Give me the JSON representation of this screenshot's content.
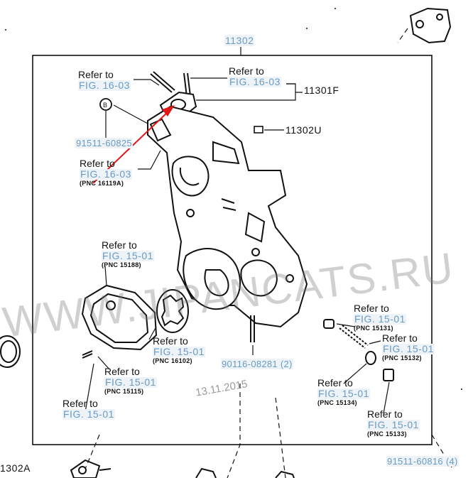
{
  "group_label": "11302",
  "labels": {
    "ref_a": {
      "refer": "Refer to",
      "fig": "FIG. 16-03"
    },
    "ref_b": {
      "refer": "Refer to",
      "fig": "FIG. 16-03"
    },
    "ref_c": {
      "refer": "Refer to",
      "fig": "FIG. 16-03",
      "pnc": "(PNC 16119A)"
    },
    "ref_d": {
      "refer": "Refer to",
      "fig": "FIG. 15-01",
      "pnc": "(PNC 15188)"
    },
    "ref_e": {
      "refer": "Refer to",
      "fig": "FIG. 15-01",
      "pnc": "(PNC 16102)"
    },
    "ref_f": {
      "refer": "Refer to",
      "fig": "FIG. 15-01",
      "pnc": "(PNC 15115)"
    },
    "ref_g": {
      "refer": "Refer to",
      "fig": "FIG. 15-01"
    },
    "ref_h": {
      "refer": "Refer to",
      "fig": "FIG. 15-01",
      "pnc": "(PNC 15131)"
    },
    "ref_i": {
      "refer": "Refer to",
      "fig": "FIG. 15-01",
      "pnc": "(PNC 15132)"
    },
    "ref_j": {
      "refer": "Refer to",
      "fig": "FIG. 15-01",
      "pnc": "(PNC 15134)"
    },
    "ref_k": {
      "refer": "Refer to",
      "fig": "FIG. 15-01",
      "pnc": "(PNC 15133)"
    }
  },
  "parts": {
    "p11301f": "11301F",
    "p11302u": "11302U",
    "p91511_60825": "91511-60825",
    "p90116_08281": "90116-08281 (2)",
    "p91511_60816": "91511-60816 (4)",
    "p1302a": "1302A"
  },
  "watermark": "WWW.JIPANCATS.RU",
  "datestamp": "13.11.2015",
  "colors": {
    "link": "#6b9bc4",
    "arrow": "#e01818",
    "line": "#111111"
  }
}
